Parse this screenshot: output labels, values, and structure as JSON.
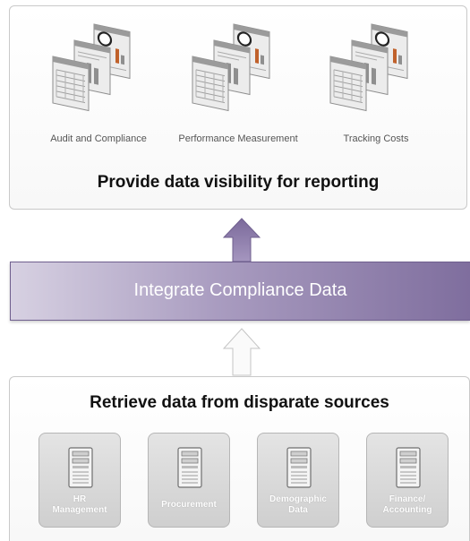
{
  "top_panel": {
    "reports": [
      {
        "label": "Audit and Compliance"
      },
      {
        "label": "Performance Measurement"
      },
      {
        "label": "Tracking Costs"
      }
    ],
    "heading": "Provide data visibility for reporting"
  },
  "band": {
    "label": "Integrate Compliance Data"
  },
  "bottom_panel": {
    "heading": "Retrieve data from disparate sources",
    "sources": [
      {
        "line1": "HR",
        "line2": "Management"
      },
      {
        "line1": "Procurement",
        "line2": ""
      },
      {
        "line1": "Demographic",
        "line2": "Data"
      },
      {
        "line1": "Finance/",
        "line2": "Accounting"
      }
    ]
  },
  "colors": {
    "band_start": "#d7d1e2",
    "band_end": "#7f6e9e",
    "arrow_top": "#8a7aa8",
    "accent_bar": "#c0612b"
  },
  "icons": {
    "report": "report-stack-icon",
    "server": "server-icon",
    "arrow": "up-arrow-icon"
  }
}
